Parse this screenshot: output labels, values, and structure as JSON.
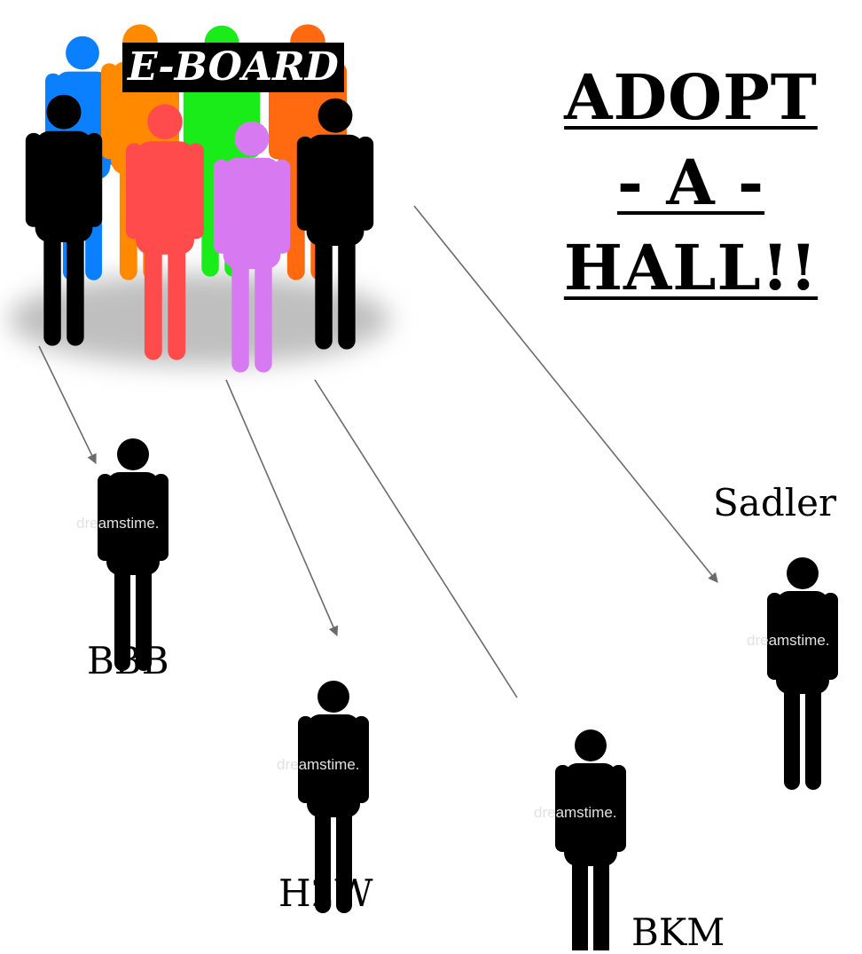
{
  "title": {
    "lines": [
      "ADOPT",
      "- A -",
      "HALL!!"
    ]
  },
  "group_label": "E-BOARD",
  "group_colors": {
    "blue": "#0a80ff",
    "orange": "#ff8a00",
    "green": "#19ec19",
    "orange_red": "#ff6a10",
    "black": "#000000",
    "red": "#ff4b4b",
    "violet": "#d77af2"
  },
  "halls": [
    {
      "label": "BBB"
    },
    {
      "label": "H2W"
    },
    {
      "label": "BKM"
    },
    {
      "label": "Sadler"
    }
  ],
  "watermark": "dreamstime.",
  "arrow_color": "#6b6b6b"
}
